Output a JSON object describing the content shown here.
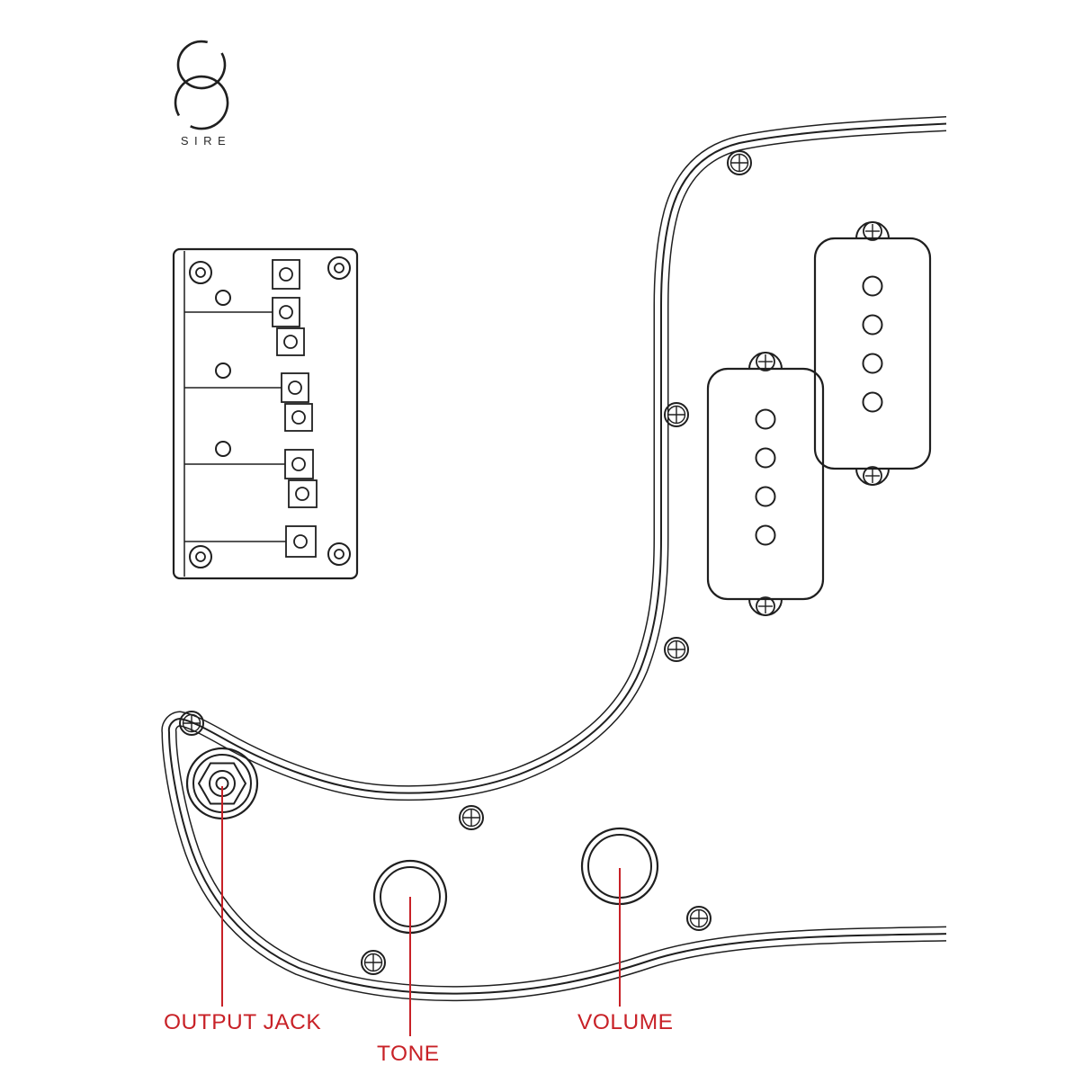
{
  "colors": {
    "background": "#ffffff",
    "line": "#1f1f1f",
    "annotation": "#c82127",
    "logo_text": "#2b2b2b"
  },
  "logo": {
    "brand": "SIRE"
  },
  "annotations": {
    "output_jack": {
      "label": "OUTPUT JACK"
    },
    "tone": {
      "label": "TONE"
    },
    "volume": {
      "label": "VOLUME"
    }
  },
  "components": [
    "bridge-assembly",
    "pickguard",
    "split-coil-pickup-upper",
    "split-coil-pickup-lower",
    "output-jack",
    "tone-knob",
    "volume-knob"
  ]
}
